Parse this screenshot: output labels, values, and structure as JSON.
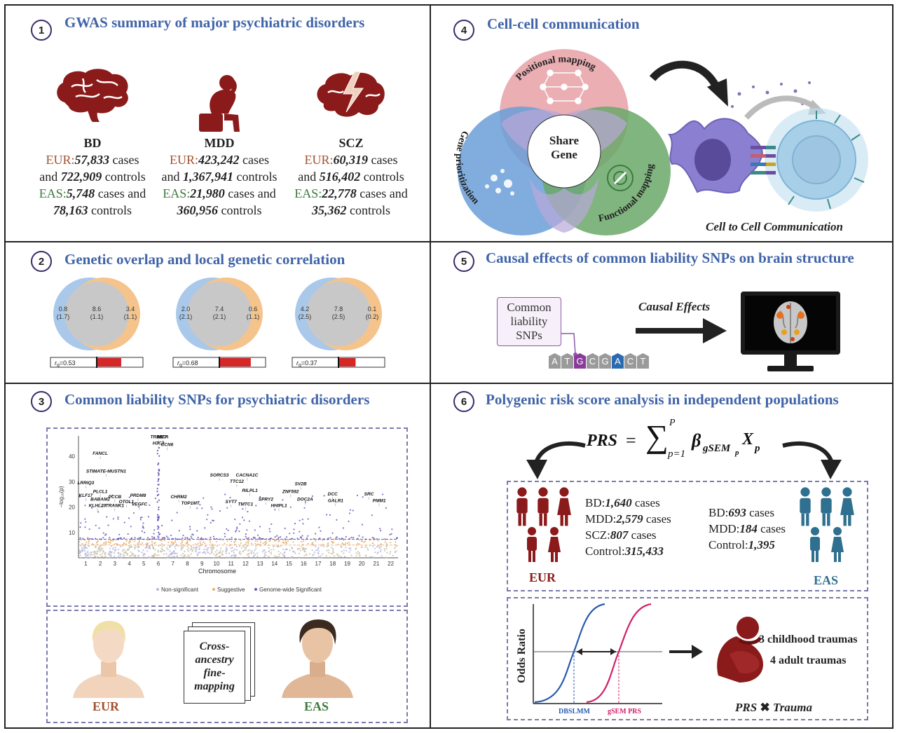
{
  "panels": {
    "p1": {
      "num": "1",
      "title": "GWAS summary of major psychiatric disorders",
      "diseases": [
        {
          "name": "BD",
          "eur_label": "EUR:",
          "eur_cases": "57,833",
          "cases_word": " cases",
          "and_word": "and ",
          "eur_controls": "722,909",
          "controls_word": " controls",
          "eas_label": "EAS:",
          "eas_cases": "5,748",
          "eas_cases_word": " cases and",
          "eas_controls": "78,163",
          "eas_controls_word": " controls"
        },
        {
          "name": "MDD",
          "eur_label": "EUR:",
          "eur_cases": "423,242",
          "cases_word": " cases",
          "and_word": "and ",
          "eur_controls": "1,367,941",
          "controls_word": " controls",
          "eas_label": "EAS:",
          "eas_cases": "21,980",
          "eas_cases_word": " cases and",
          "eas_controls": "360,956",
          "eas_controls_word": " controls"
        },
        {
          "name": "SCZ",
          "eur_label": "EUR:",
          "eur_cases": "60,319",
          "cases_word": " cases",
          "and_word": "and ",
          "eur_controls": "516,402",
          "controls_word": " controls",
          "eas_label": "EAS:",
          "eas_cases": "22,778",
          "eas_cases_word": " cases and",
          "eas_controls": "35,362",
          "eas_controls_word": " controls"
        }
      ]
    },
    "p2": {
      "num": "2",
      "title": "Genetic overlap and local genetic correlation",
      "vennsets": [
        {
          "left": "0.8",
          "left_sd": "(1.7)",
          "mid": "8.6",
          "mid_sd": "(1.1)",
          "right": "3.4",
          "right_sd": "(1.1)",
          "rg_label": "r",
          "rg_sub": "g",
          "rg_value": "=0.53",
          "rg": 0.53
        },
        {
          "left": "2.0",
          "left_sd": "(2.1)",
          "mid": "7.4",
          "mid_sd": "(2.1)",
          "right": "0.6",
          "right_sd": "(1.1)",
          "rg_label": "r",
          "rg_sub": "g",
          "rg_value": "=0.68",
          "rg": 0.68
        },
        {
          "left": "4.2",
          "left_sd": "(2.5)",
          "mid": "7.8",
          "mid_sd": "(2.5)",
          "right": "0.1",
          "right_sd": "(0.2)",
          "rg_label": "r",
          "rg_sub": "g",
          "rg_value": "=0.37",
          "rg": 0.37
        }
      ]
    },
    "p3": {
      "num": "3",
      "title": "Common liability SNPs for psychiatric disorders",
      "manhattan": {
        "ylabel": "−log₁₀(p)",
        "xlabel": "Chromosome",
        "yticks": [
          "10",
          "20",
          "30",
          "40"
        ],
        "chromosomes": [
          "1",
          "2",
          "3",
          "4",
          "5",
          "6",
          "7",
          "8",
          "9",
          "10",
          "11",
          "12",
          "13",
          "14",
          "15",
          "16",
          "17",
          "18",
          "19",
          "20",
          "21",
          "22"
        ],
        "legend": [
          "Non-significant",
          "Suggestive",
          "Genome-wide Significant"
        ],
        "genes": [
          {
            "name": "TRIM27",
            "chr": 6,
            "y": 47
          },
          {
            "name": "MICA",
            "chr": 6.3,
            "y": 47
          },
          {
            "name": "H3C3",
            "chr": 6,
            "y": 44.5
          },
          {
            "name": "CCN6",
            "chr": 6.6,
            "y": 44
          },
          {
            "name": "FANCL",
            "chr": 2,
            "y": 40.5
          },
          {
            "name": "STIMATE-MUSTN1",
            "chr": 2.4,
            "y": 33.5
          },
          {
            "name": "LRRIQ3",
            "chr": 1,
            "y": 29
          },
          {
            "name": "KLF17",
            "chr": 1,
            "y": 24
          },
          {
            "name": "KLHL29",
            "chr": 1.8,
            "y": 20
          },
          {
            "name": "PLCL1",
            "chr": 2,
            "y": 25.5
          },
          {
            "name": "BABAM2",
            "chr": 2,
            "y": 22.5
          },
          {
            "name": "PCCB",
            "chr": 3,
            "y": 23.5
          },
          {
            "name": "TRANK1",
            "chr": 3,
            "y": 20
          },
          {
            "name": "OTOL1",
            "chr": 3.8,
            "y": 21.5
          },
          {
            "name": "PRDM8",
            "chr": 4.6,
            "y": 24
          },
          {
            "name": "VEGFC",
            "chr": 4.7,
            "y": 20.5
          },
          {
            "name": "CHRM2",
            "chr": 7.4,
            "y": 23.5
          },
          {
            "name": "TOP1MT",
            "chr": 8.2,
            "y": 21
          },
          {
            "name": "SORCS3",
            "chr": 10.2,
            "y": 32
          },
          {
            "name": "CACNA1C",
            "chr": 12.1,
            "y": 32
          },
          {
            "name": "TTC12",
            "chr": 11.4,
            "y": 29.5
          },
          {
            "name": "RILPL1",
            "chr": 12.3,
            "y": 26
          },
          {
            "name": "SYT7",
            "chr": 11,
            "y": 21.5
          },
          {
            "name": "TMTC1",
            "chr": 12,
            "y": 20.5
          },
          {
            "name": "SPRY2",
            "chr": 13.4,
            "y": 22.5
          },
          {
            "name": "HHIPL1",
            "chr": 14.3,
            "y": 20
          },
          {
            "name": "ZNF592",
            "chr": 15.1,
            "y": 25.5
          },
          {
            "name": "SV2B",
            "chr": 15.8,
            "y": 28.5
          },
          {
            "name": "DOC2A",
            "chr": 16.1,
            "y": 22.5
          },
          {
            "name": "DCC",
            "chr": 18,
            "y": 24.5
          },
          {
            "name": "GALR1",
            "chr": 18.2,
            "y": 22
          },
          {
            "name": "SRC",
            "chr": 20.5,
            "y": 24.5
          },
          {
            "name": "PMM1",
            "chr": 21.2,
            "y": 22
          }
        ]
      },
      "eur_label": "EUR",
      "eas_label": "EAS",
      "finemap": [
        "Cross-",
        "ancestry",
        "fine-",
        "mapping"
      ]
    },
    "p4": {
      "num": "4",
      "title": "Cell-cell communication",
      "venn_top": "Positional mapping",
      "venn_left": "Gene prioritization",
      "venn_right": "Functional mapping",
      "center1": "Share",
      "center2": "Gene",
      "caption": "Cell to Cell Communication"
    },
    "p5": {
      "num": "5",
      "title": "Causal effects of common liability SNPs on brain structure",
      "snp_box": [
        "Common",
        "liability",
        "SNPs"
      ],
      "bases": [
        "A",
        "T",
        "G",
        "C",
        "G",
        "A",
        "C",
        "T"
      ],
      "arrow_label": "Causal Effects"
    },
    "p6": {
      "num": "6",
      "title": "Polygenic risk score analysis in independent populations",
      "formula_lhs": "PRS",
      "formula_eq": "=",
      "sum_top": "P",
      "sum_bottom": "p=1",
      "beta": "β",
      "beta_sub": "gSEM",
      "beta_subsub": "p",
      "x_var": "X",
      "x_sub": "p",
      "eur": {
        "label": "EUR",
        "lines": [
          {
            "k": "BD:",
            "v": "1,640",
            "s": " cases"
          },
          {
            "k": "MDD:",
            "v": "2,579",
            "s": " cases"
          },
          {
            "k": "SCZ:",
            "v": "807",
            "s": " cases"
          },
          {
            "k": "Control:",
            "v": "315,433",
            "s": ""
          }
        ]
      },
      "eas": {
        "label": "EAS",
        "lines": [
          {
            "k": "BD:",
            "v": "693",
            "s": " cases"
          },
          {
            "k": "MDD:",
            "v": "184",
            "s": " cases"
          },
          {
            "k": "Control:",
            "v": "1,395",
            "s": ""
          }
        ]
      },
      "ylabel": "Odds Ratio",
      "curve1": "DBSLMM",
      "curve2": "gSEM PRS",
      "trauma1": "3 childhood traumas",
      "trauma2": "4 adult traumas",
      "interaction_a": "PRS",
      "interaction_x": "✖",
      "interaction_b": "Trauma"
    }
  },
  "colors": {
    "title_blue": "#4064a8",
    "brain_red": "#8b1a1a",
    "eur_red": "#8b1a1a",
    "eas_teal": "#2f6f8f",
    "venn_pink": "#e8a0a8",
    "venn_blue": "#6a9fd8",
    "venn_green": "#6aa86a",
    "rg_red": "#d62728"
  }
}
